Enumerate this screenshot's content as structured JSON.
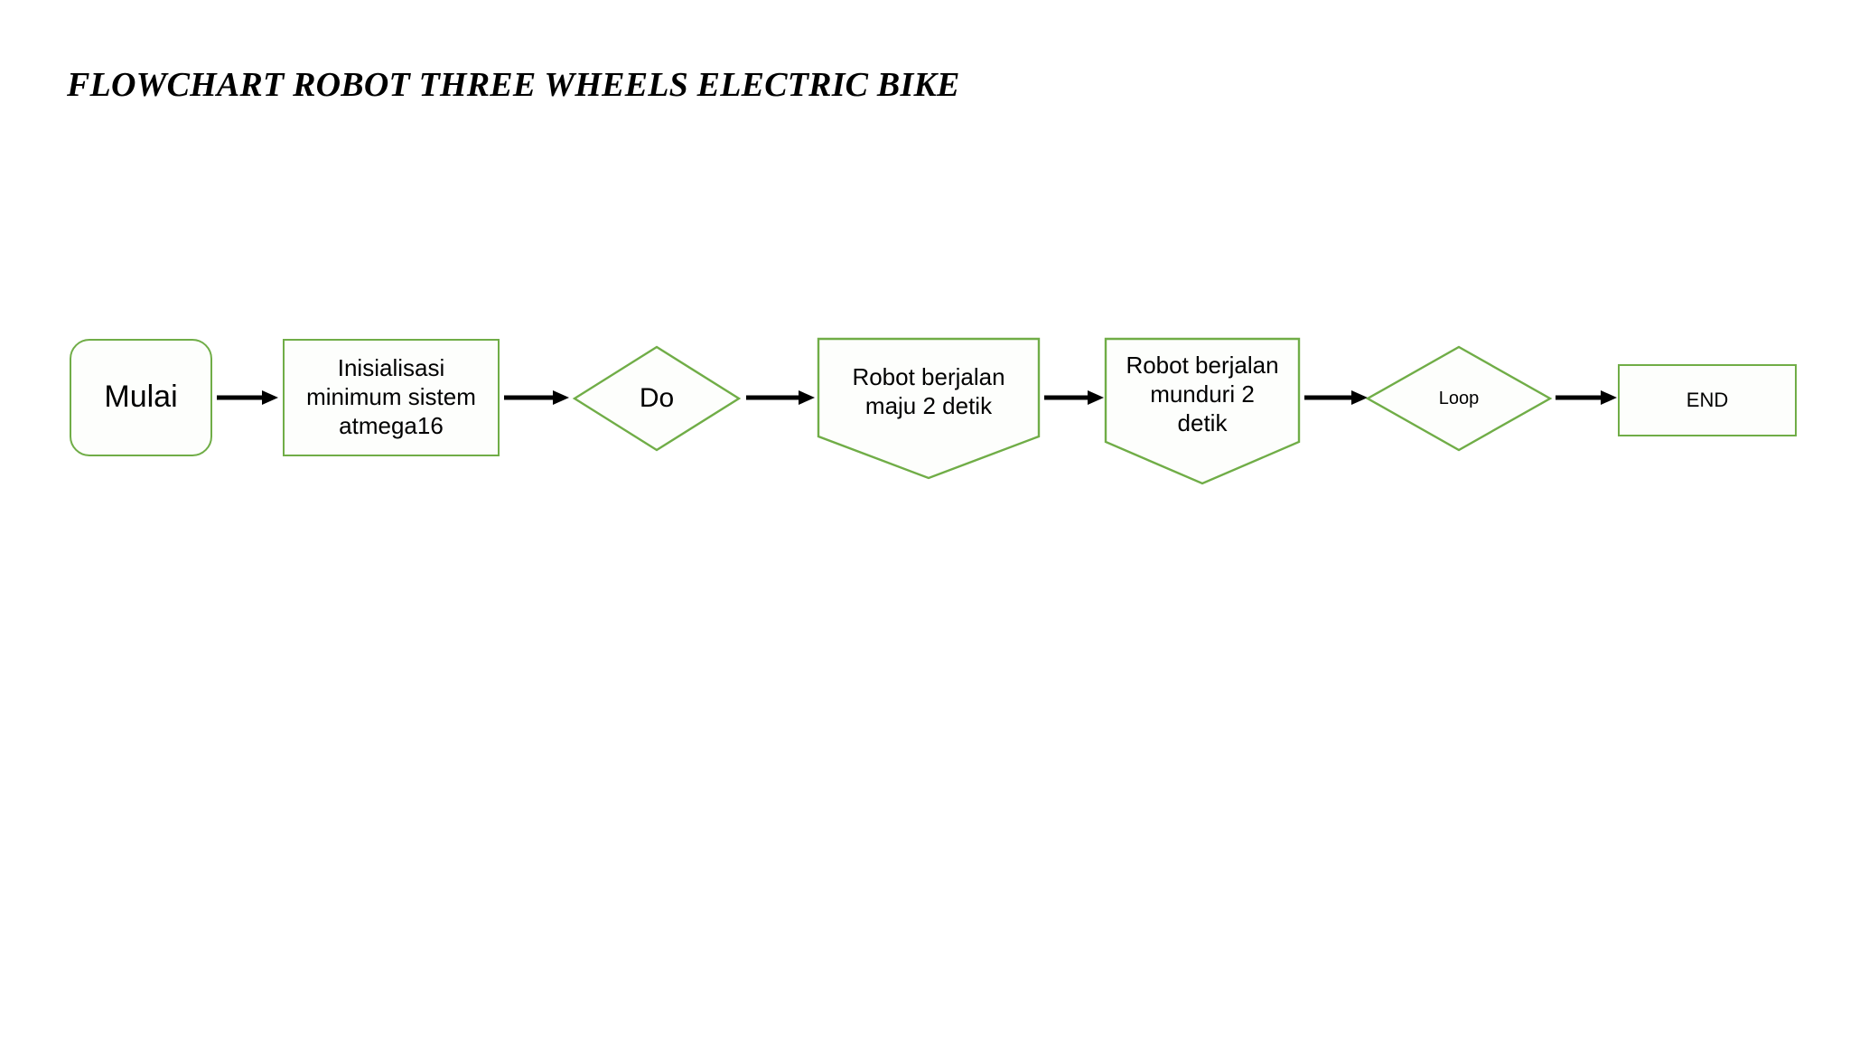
{
  "document": {
    "title": "FLOWCHART ROBOT THREE WHEELS ELECTRIC BIKE",
    "background_color": "#FFFFFF"
  },
  "theme": {
    "shape_stroke_color": "#70AD47",
    "shape_fill_color": "#FDFEFC",
    "text_color": "#000000",
    "connector_color": "#000000"
  },
  "flowchart": {
    "nodes": [
      {
        "id": "start",
        "shape": "rounded-rectangle",
        "role": "terminator",
        "label": "Mulai",
        "font_size": "34px"
      },
      {
        "id": "init",
        "shape": "rectangle",
        "role": "process",
        "label": "Inisialisasi\nminimum sistem\natmega16",
        "font_size": "26px"
      },
      {
        "id": "do",
        "shape": "diamond",
        "role": "decision",
        "label": "Do",
        "font_size": "30px"
      },
      {
        "id": "forward",
        "shape": "pentagon-down",
        "role": "manual-operation",
        "label": "Robot berjalan\nmaju 2 detik",
        "font_size": "26px"
      },
      {
        "id": "backward",
        "shape": "pentagon-down",
        "role": "manual-operation",
        "label": "Robot berjalan\nmunduri 2\ndetik",
        "font_size": "26px"
      },
      {
        "id": "loop",
        "shape": "diamond",
        "role": "decision",
        "label": "Loop",
        "font_size": "20px"
      },
      {
        "id": "end",
        "shape": "rectangle",
        "role": "terminator",
        "label": "END",
        "font_size": "22px"
      }
    ],
    "connectors": [
      {
        "id": "c1",
        "from": "start",
        "to": "init",
        "style": "arrow-right"
      },
      {
        "id": "c2",
        "from": "init",
        "to": "do",
        "style": "arrow-right"
      },
      {
        "id": "c3",
        "from": "do",
        "to": "forward",
        "style": "arrow-right"
      },
      {
        "id": "c4",
        "from": "forward",
        "to": "backward",
        "style": "arrow-right"
      },
      {
        "id": "c5",
        "from": "backward",
        "to": "loop",
        "style": "arrow-right"
      },
      {
        "id": "c6",
        "from": "loop",
        "to": "end",
        "style": "arrow-right"
      }
    ]
  }
}
